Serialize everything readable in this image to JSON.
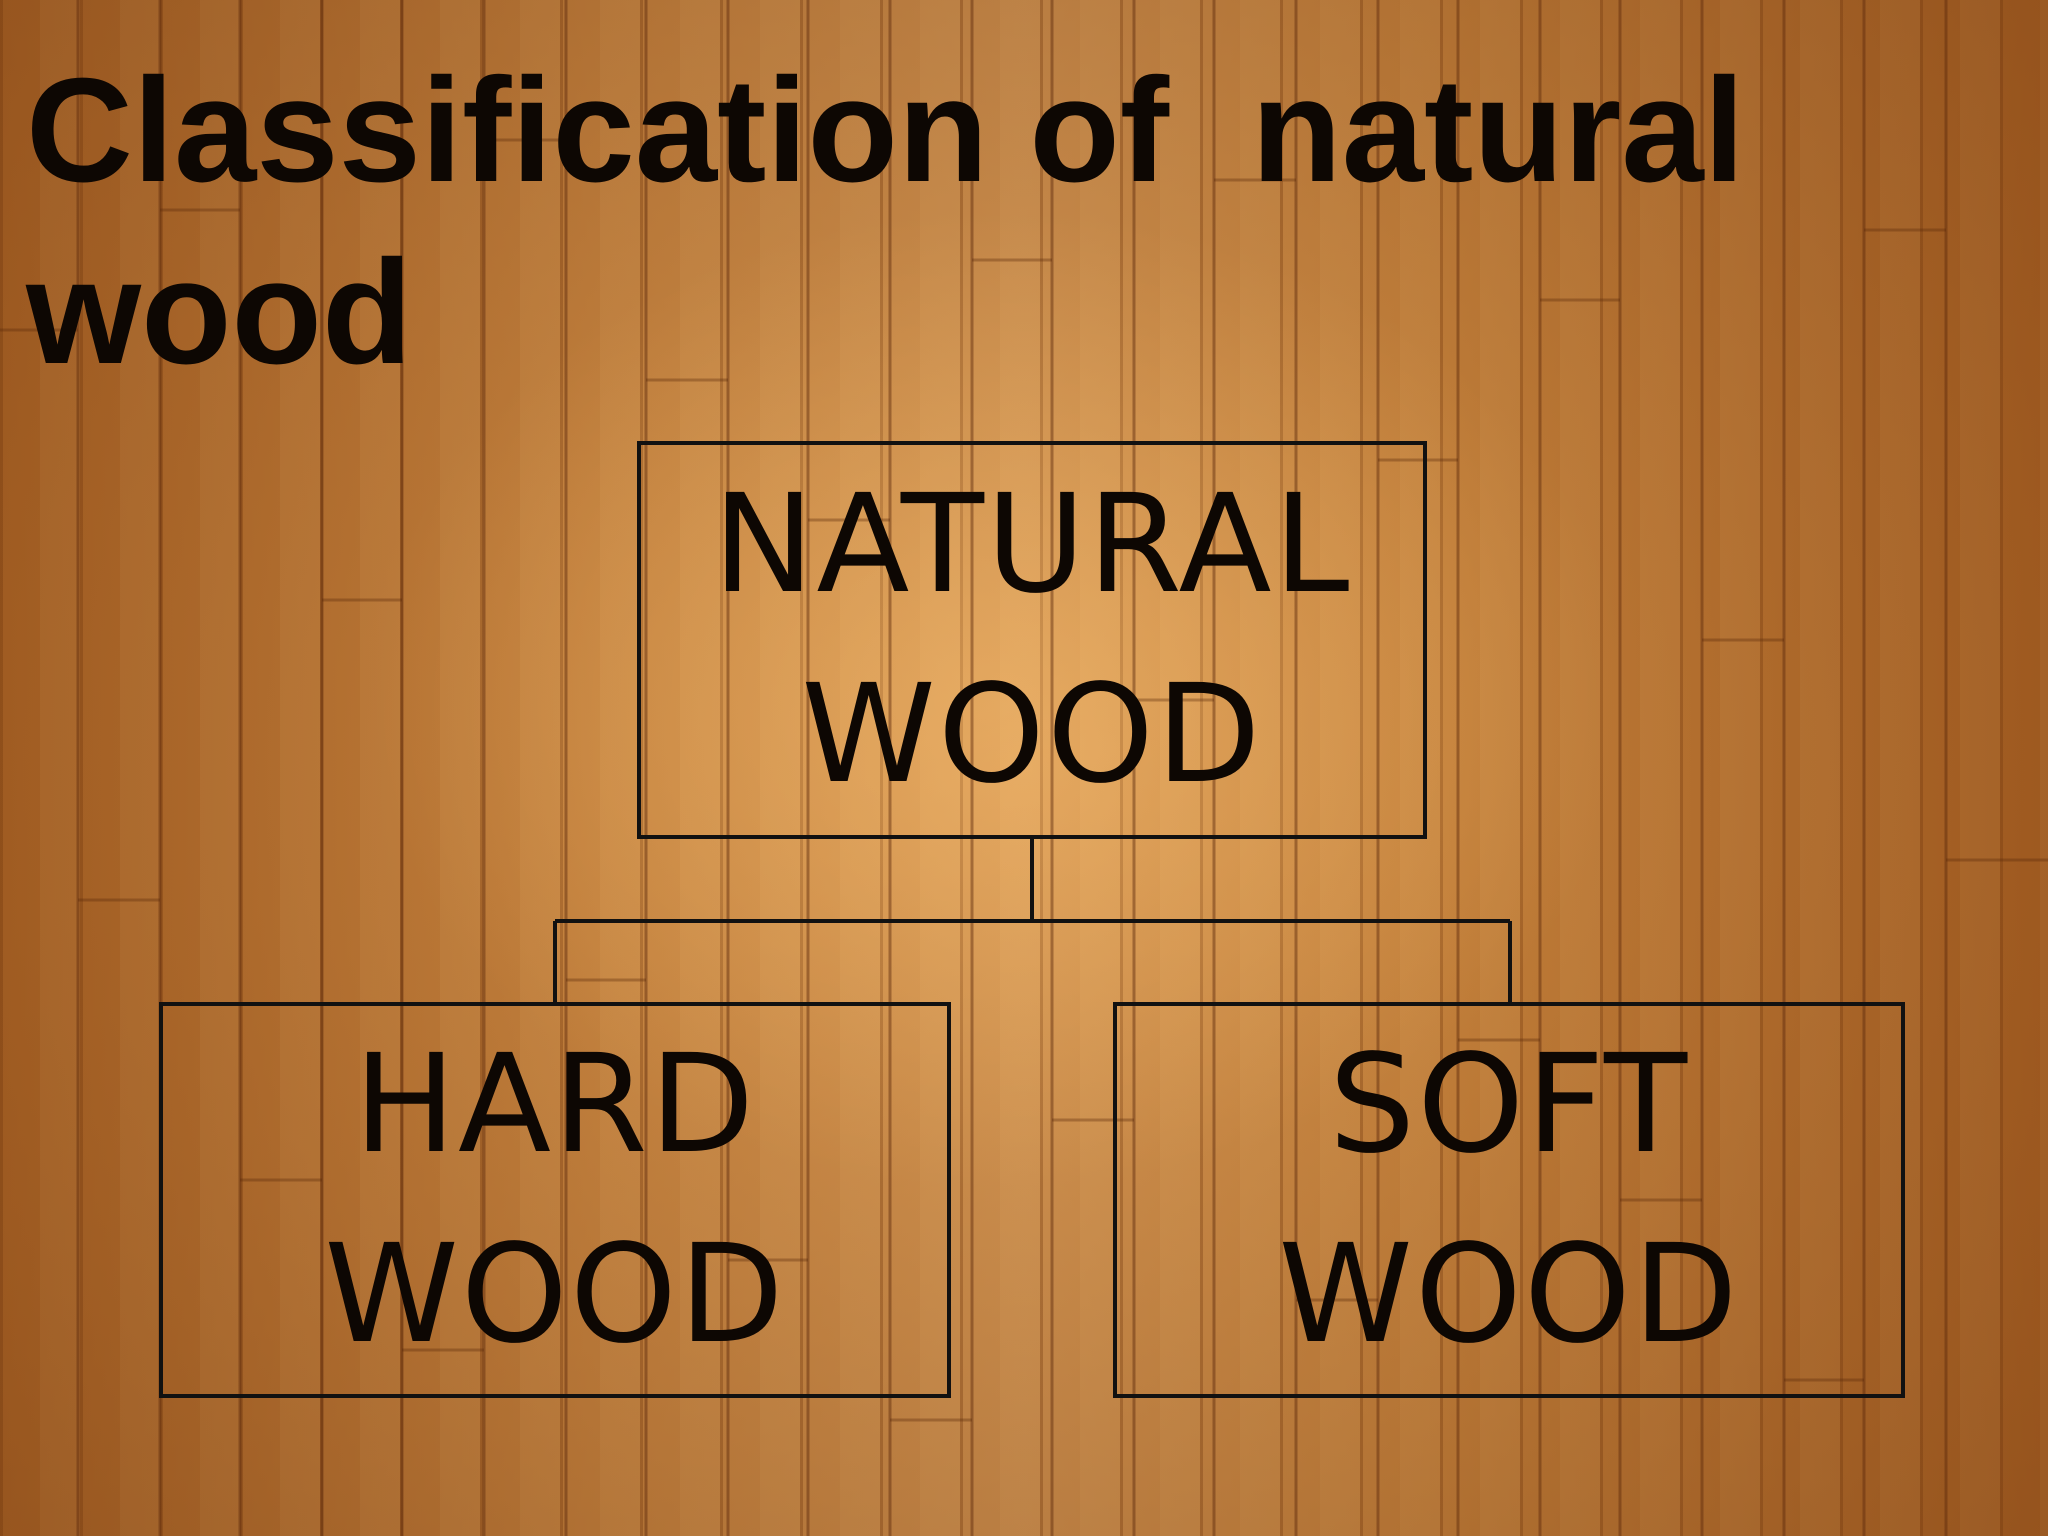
{
  "slide": {
    "title": "Classification of  natural wood"
  },
  "diagram": {
    "root": {
      "label": "NATURAL WOOD"
    },
    "children": [
      {
        "label": "HARD WOOD"
      },
      {
        "label": "SOFT WOOD"
      }
    ]
  },
  "colors": {
    "background": "#c77f34",
    "text": "#0d0703",
    "lines": "#111111"
  }
}
